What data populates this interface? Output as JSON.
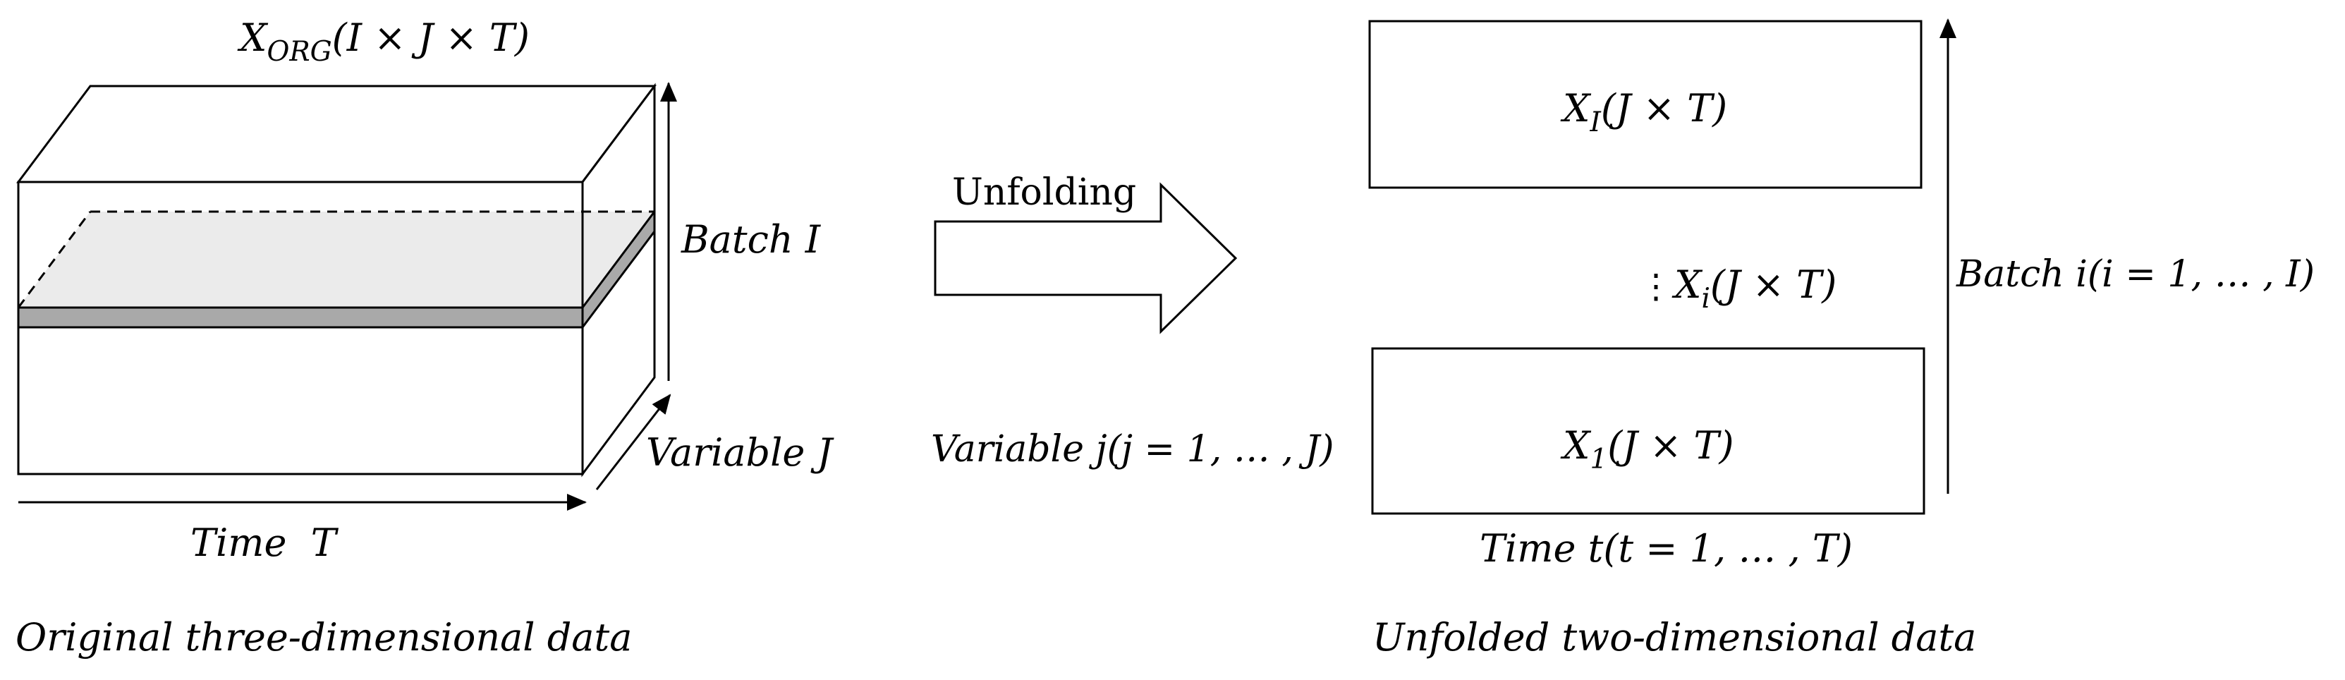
{
  "left": {
    "title_main": "X",
    "title_sub": "ORG",
    "title_dims": "(I × J × T)",
    "batch_label": "Batch I",
    "variable_label": "Variable J",
    "time_label": "Time  T",
    "caption": "Original three-dimensional data"
  },
  "arrow": {
    "label": "Unfolding"
  },
  "right": {
    "top_box_main": "X",
    "top_box_sub": "I",
    "top_box_dims": "(J × T)",
    "mid_dots": "⋮",
    "mid_main": "X",
    "mid_sub": "i",
    "mid_dims": "(J × T)",
    "bottom_box_main": "X",
    "bottom_box_sub": "1",
    "bottom_box_dims": "(J × T)",
    "variable_label": "Variable j(j = 1, … , J)",
    "time_label": "Time t(t = 1, … , T)",
    "batch_label": "Batch i(i = 1, … , I)",
    "caption": "Unfolded two-dimensional data"
  },
  "colors": {
    "stroke": "#000000",
    "slice_fill": "#ebebeb",
    "slice_edge": "#a9a9a9"
  }
}
